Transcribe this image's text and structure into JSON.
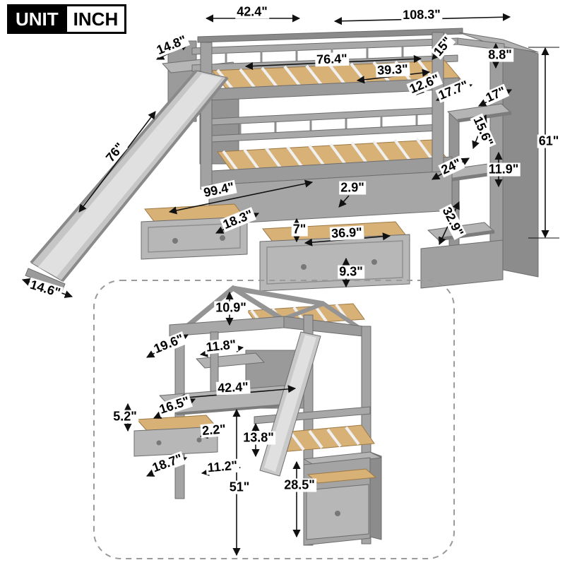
{
  "badge": {
    "unit": "UNIT",
    "inch": "INCH"
  },
  "colors": {
    "frame_gray": "#9b9b9b",
    "slat_wood": "#d8b177",
    "arrow_black": "#111111"
  },
  "main": {
    "dims": {
      "top_width": "42.4\"",
      "total_length": "108.3\"",
      "headboard_depth": "14.8\"",
      "upper_bed_length": "76.4\"",
      "guardrail_height": "15\"",
      "top_step_height": "8.8\"",
      "upper_bed_width": "39.3\"",
      "rail_gap": "12.6\"",
      "step_depth": "17.7\"",
      "shelf_depth": "17\"",
      "shelf_height": "15.6\"",
      "total_height": "61\"",
      "shelf_width": "24\"",
      "shelf_gap": "11.9\"",
      "slide_length": "76\"",
      "lower_bed_length": "99.4\"",
      "slat_thickness": "2.9\"",
      "drawer_depth": "18.3\"",
      "drawer_inner_height": "7\"",
      "drawer_width": "36.9\"",
      "staircase_width": "32.9\"",
      "drawer_height": "9.3\"",
      "slide_width": "14.6\""
    }
  },
  "inset": {
    "dims": {
      "roof_height": "10.9\"",
      "roof_depth": "19.6\"",
      "canopy_height": "11.8\"",
      "desk_width": "42.4\"",
      "desk_depth": "16.5\"",
      "desk_drawer_height": "5.2\"",
      "desktop_thickness": "2.2\"",
      "desk_clearance": "13.8\"",
      "desk_drawer_depth": "18.7\"",
      "drawer_front_height": "11.2\"",
      "loft_height": "51\"",
      "cabinet_height": "28.5\""
    }
  }
}
